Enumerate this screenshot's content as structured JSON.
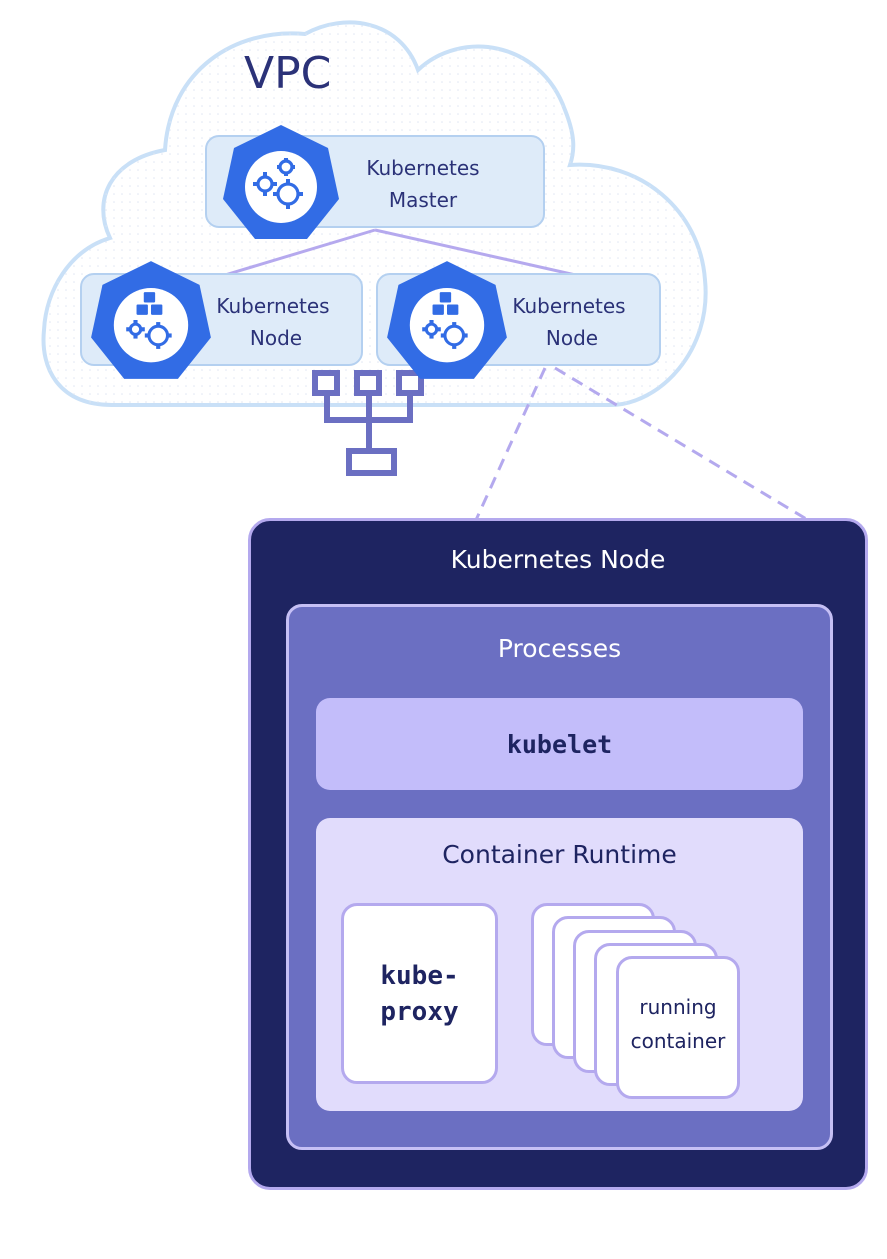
{
  "vpc": {
    "title": "VPC",
    "master": {
      "label_line1": "Kubernetes",
      "label_line2": "Master"
    },
    "nodes": [
      {
        "label_line1": "Kubernetes",
        "label_line2": "Node"
      },
      {
        "label_line1": "Kubernetes",
        "label_line2": "Node"
      }
    ]
  },
  "detail": {
    "title": "Kubernetes Node",
    "processes": {
      "title": "Processes",
      "kubelet": "kubelet",
      "runtime": {
        "title": "Container Runtime",
        "proxy": "kube-\nproxy",
        "container": "running\ncontainer"
      }
    }
  },
  "colors": {
    "dark_navy": "#1e2461",
    "k8s_blue": "#326ce5",
    "lavender": "#b4a9ee",
    "cloud_border": "#c9e0f7"
  }
}
